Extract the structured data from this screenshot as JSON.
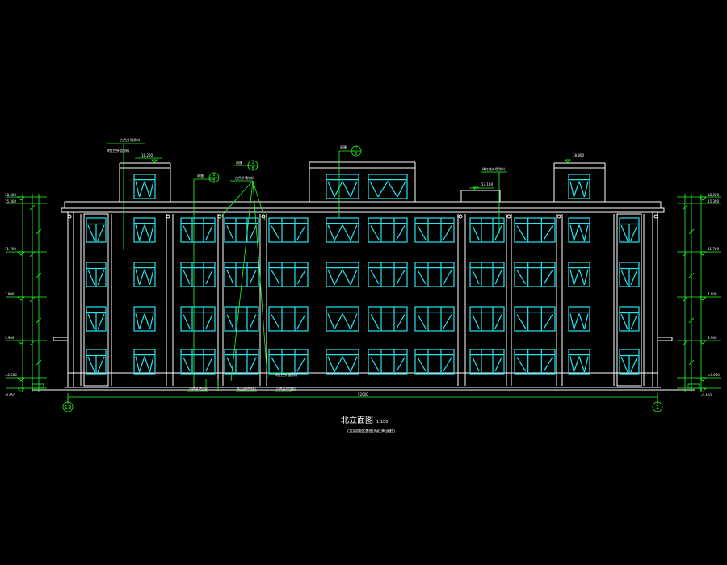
{
  "drawing": {
    "title": "北立面图",
    "scale": "1:100",
    "subtitle": "(本图墙体表面为红色涂料)",
    "total_dimension": "52000",
    "axis_left": "13",
    "axis_right": "1",
    "colors": {
      "background": "#000000",
      "outline": "#ffffff",
      "annotation": "#22ff22",
      "windows": "#22e6ef"
    }
  },
  "elevations": {
    "top": "18.200",
    "roof": "15.300",
    "floor3": "11.700",
    "floor2": "7.800",
    "floor1": "3.900",
    "ground": "±0.000",
    "base": "-0.450"
  },
  "roof_marks": {
    "left": "18.200",
    "right": "18.800",
    "mid": "17.100"
  },
  "labels": {
    "facade_note_1": "白色外墙涂料",
    "facade_note_2": "砖红色外墙涂料",
    "facade_note_3": "白色外墙涂料",
    "facade_note_4": "砖红色外墙涂料",
    "bottom_note_1": "砖红色外墙涂料",
    "bottom_note_2": "白色外墙涂料",
    "bottom_note_3": "防水外墙涂料",
    "bottom_note_4": "白色外墙涂料",
    "callout_1": "雨篷",
    "callout_2": "雨篷",
    "callout_3": "雨篷",
    "callout_num_1": "1",
    "callout_num_2": "1",
    "callout_num_3": "2",
    "callout_sub": "8"
  }
}
